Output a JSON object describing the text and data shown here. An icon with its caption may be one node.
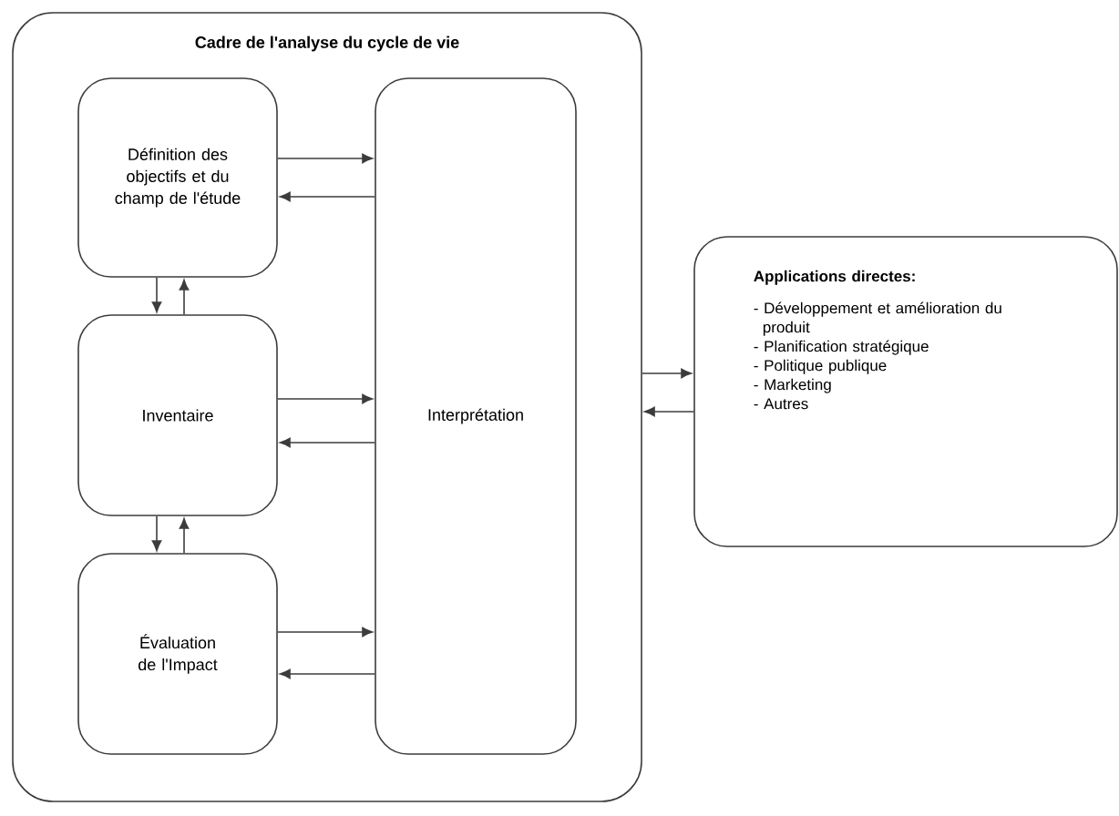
{
  "diagram": {
    "nodes": [
      {
        "text": [
          "Cadre de l'analyse du cycle de vie"
        ]
      },
      {
        "text": [
          "Définition des objectifs et du champ de l'étude"
        ],
        "in": 0
      },
      {
        "text": [
          "Inventaire"
        ],
        "in": 0
      },
      {
        "text": [
          "Évaluation de l'Impact"
        ],
        "in": 0
      },
      {
        "text": [
          "Interprétation"
        ],
        "in": 0
      },
      {
        "text": [
          "Applications directes:",
          "- Développement et amélioration du produit",
          "- Planification stratégique",
          "- Politique publique",
          "- Marketing",
          "- Autres"
        ]
      }
    ],
    "edges": [
      {
        "from": 1,
        "to": 4,
        "arrow": "to"
      },
      {
        "from": 4,
        "to": 1,
        "arrow": "to"
      },
      {
        "from": 1,
        "to": 2,
        "arrow": "to"
      },
      {
        "from": 2,
        "to": 1,
        "arrow": "to"
      },
      {
        "from": 2,
        "to": 4,
        "arrow": "to"
      },
      {
        "from": 4,
        "to": 2,
        "arrow": "to"
      },
      {
        "from": 2,
        "to": 3,
        "arrow": "to"
      },
      {
        "from": 3,
        "to": 2,
        "arrow": "to"
      },
      {
        "from": 3,
        "to": 4,
        "arrow": "to"
      },
      {
        "from": 4,
        "to": 3,
        "arrow": "to"
      },
      {
        "from": 0,
        "to": 5,
        "arrow": "to"
      },
      {
        "from": 5,
        "to": 0,
        "arrow": "to"
      }
    ]
  }
}
